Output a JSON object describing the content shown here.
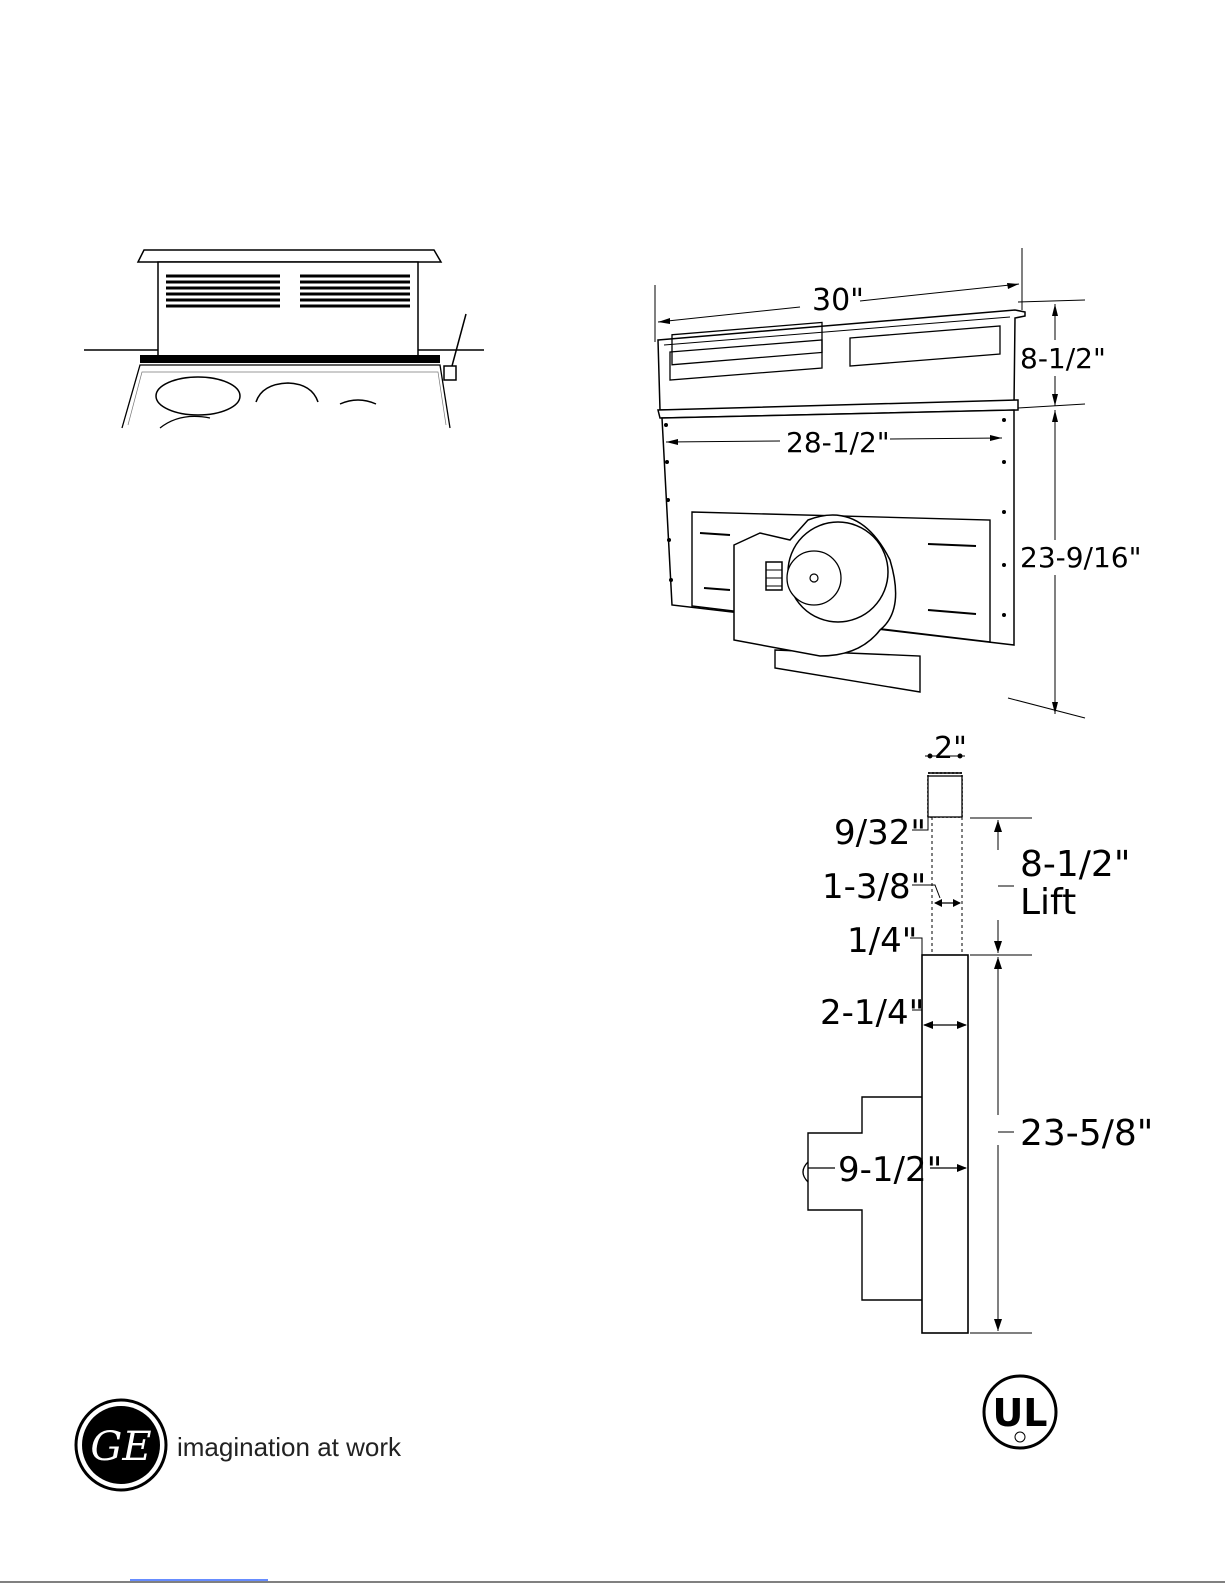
{
  "front_view": {
    "width_label": "30\"",
    "lift_label": "8-1/2\"",
    "inner_width_label": "28-1/2\"",
    "body_height_label": "23-9/16\""
  },
  "side_view": {
    "top_width_label": "2\"",
    "gap_label": "9/32\"",
    "inner_depth_label": "1-3/8\"",
    "edge_label": "1/4\"",
    "lift_label": "8-1/2\"",
    "lift_word": "Lift",
    "body_depth_label": "2-1/4\"",
    "blower_depth_label": "9-1/2\"",
    "body_height_label": "23-5/8\""
  },
  "footer": {
    "brand_logo": "GE",
    "tagline": "imagination at work",
    "cert_mark": "UL"
  }
}
